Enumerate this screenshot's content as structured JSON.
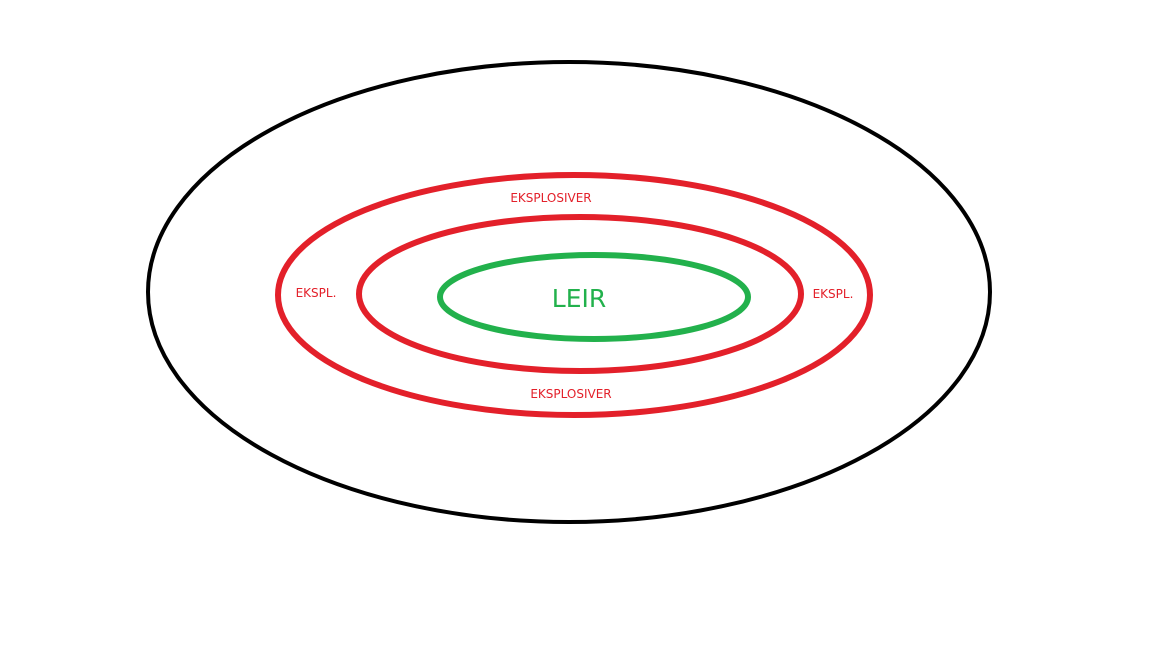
{
  "colors": {
    "background": "#ffffff",
    "outer_ring": "#000000",
    "explosives_rings": "#e3202a",
    "camp_ring": "#22b14c"
  },
  "labels": {
    "top": "EKSPLOSIVER",
    "bottom": "EKSPLOSIVER",
    "left": "EKSPL.",
    "right": "EKSPL.",
    "center": "LEIR"
  }
}
